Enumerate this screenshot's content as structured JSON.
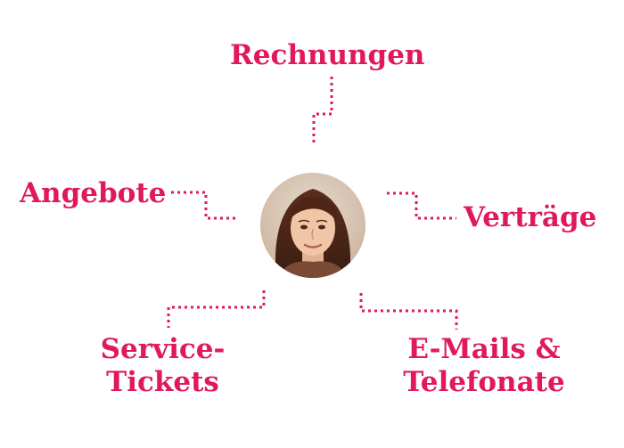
{
  "accent_color": "#e0195a",
  "center": {
    "avatar_icon": "woman-portrait"
  },
  "nodes": {
    "rechnungen": "Rechnungen",
    "angebote": "Angebote",
    "vertraege": "Verträge",
    "service_line1": "Service-",
    "service_line2": "Tickets",
    "emails_line1": "E-Mails &",
    "emails_line2": "Telefonate"
  }
}
